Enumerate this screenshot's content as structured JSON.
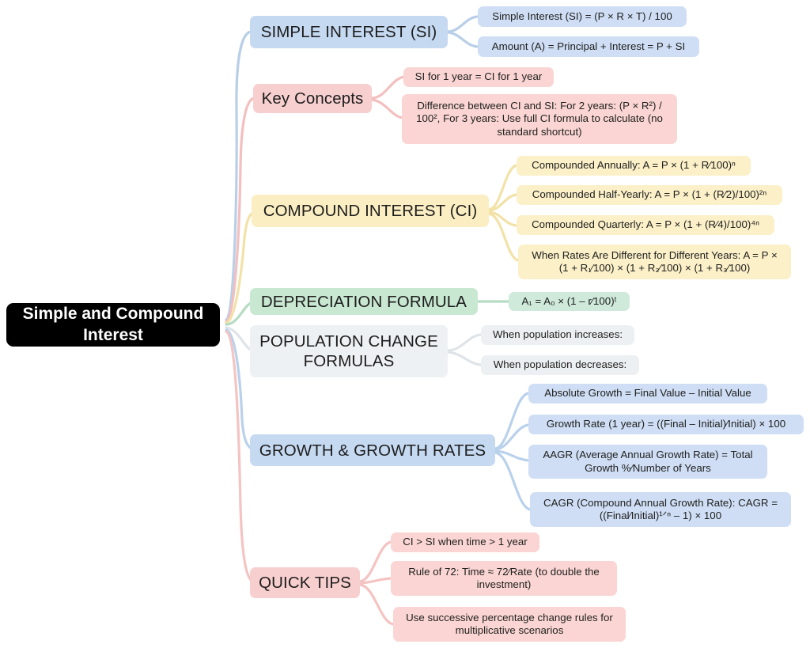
{
  "map": {
    "title": "Simple and Compound Interest",
    "background": "#ffffff",
    "root": {
      "label": "Simple and Compound Interest",
      "bg": "#000000",
      "fg": "#ffffff"
    },
    "branches": [
      {
        "id": "simple-interest",
        "label": "SIMPLE INTEREST (SI)",
        "color": "#c5d9f1",
        "edge_color": "#b9cfe8",
        "children": [
          {
            "label": "Simple Interest (SI) = (P × R × T) / 100"
          },
          {
            "label": "Amount (A) = Principal + Interest = P + SI"
          }
        ]
      },
      {
        "id": "key-concepts",
        "label": "Key Concepts",
        "color": "#f8cfcf",
        "edge_color": "#f3bfbf",
        "children": [
          {
            "label": "SI for 1 year = CI for 1 year"
          },
          {
            "label": "Difference between CI and SI: For 2 years: (P × R²) / 100², For 3 years: Use full CI formula to calculate (no standard shortcut)"
          }
        ]
      },
      {
        "id": "compound-interest",
        "label": "COMPOUND INTEREST (CI)",
        "color": "#fbeec2",
        "edge_color": "#f2e2a8",
        "children": [
          {
            "label": "Compounded Annually: A = P × (1 + R⁄100)ⁿ"
          },
          {
            "label": "Compounded Half-Yearly: A = P × (1 + (R⁄2)/100)²ⁿ"
          },
          {
            "label": "Compounded Quarterly: A = P × (1 + (R⁄4)/100)⁴ⁿ"
          },
          {
            "label": "When Rates Are Different for Different Years: A = P × (1 + R₁⁄100) × (1 + R₂⁄100) × (1 + R₃⁄100)"
          }
        ]
      },
      {
        "id": "depreciation",
        "label": "DEPRECIATION FORMULA",
        "color": "#c9e8d2",
        "edge_color": "#b6dcc3",
        "children": [
          {
            "label": "A₁ = A₀ × (1 – r⁄100)ᵗ"
          }
        ]
      },
      {
        "id": "population-change",
        "label": "POPULATION CHANGE FORMULAS",
        "color": "#eef1f3",
        "edge_color": "#dfe4e8",
        "children": [
          {
            "label": "When population increases:"
          },
          {
            "label": "When population decreases:"
          }
        ]
      },
      {
        "id": "growth-rates",
        "label": "GROWTH & GROWTH RATES",
        "color": "#c5d9f1",
        "edge_color": "#bad1ec",
        "children": [
          {
            "label": "Absolute Growth = Final Value – Initial Value"
          },
          {
            "label": "Growth Rate (1 year) = ((Final – Initial)⁄Initial) × 100"
          },
          {
            "label": "AAGR (Average Annual Growth Rate) = Total Growth %⁄Number of Years"
          },
          {
            "label": "CAGR (Compound Annual Growth Rate): CAGR = ((Final⁄Initial)¹ᐟⁿ – 1) × 100"
          }
        ]
      },
      {
        "id": "quick-tips",
        "label": "QUICK TIPS",
        "color": "#f8cfcf",
        "edge_color": "#f4c4c2",
        "children": [
          {
            "label": "CI > SI when time > 1 year"
          },
          {
            "label": "Rule of 72: Time ≈ 72⁄Rate (to double the investment)"
          },
          {
            "label": "Use successive percentage change rules for multiplicative scenarios"
          }
        ]
      }
    ]
  }
}
